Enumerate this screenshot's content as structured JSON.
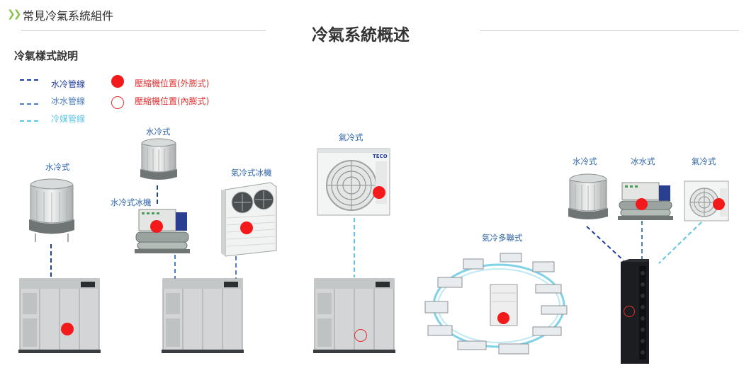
{
  "header": {
    "section_title": "常見冷氣系統組件"
  },
  "main_title": "冷氣系統概述",
  "subtitle": "冷氣樣式說明",
  "legend": {
    "lines": [
      {
        "label": "水冷管線",
        "color": "#1f3f9e"
      },
      {
        "label": "冰水管線",
        "color": "#4c7fc0"
      },
      {
        "label": "冷媒管線",
        "color": "#5ec5e8"
      }
    ],
    "markers": [
      {
        "label": "壓縮機位置(外膨式)",
        "style": "filled"
      },
      {
        "label": "壓縮機位置(內膨式)",
        "style": "hollow"
      }
    ]
  },
  "units": {
    "water_cooled_1": "水冷式",
    "water_cooled_2": "水冷式",
    "water_chiller": "水冷式冰機",
    "air_chiller": "氣冷式冰機",
    "air_cooled": "氣冷式",
    "vrf": "氣冷多聯式",
    "rack_water": "水冷式",
    "rack_chilled": "冰水式",
    "rack_air": "氣冷式"
  },
  "brand_label": "TECO",
  "colors": {
    "marker_red": "#f21a1a",
    "accent_green": "#8bc34a"
  }
}
